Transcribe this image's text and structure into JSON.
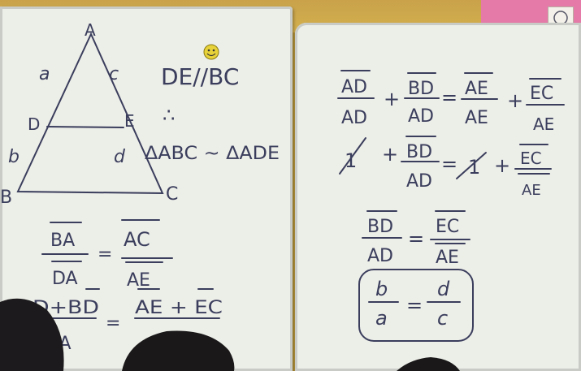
{
  "photo": {
    "scene": "classroom-whiteboards",
    "ink_color": "#3b3e5c",
    "board_color": "#eceee8",
    "wall_color": "#c9a24a",
    "poster_color": "#e57aa8",
    "icons": [
      "smiley-icon",
      "tree-icon"
    ]
  },
  "left_board": {
    "vertices": {
      "a": "A",
      "b": "B",
      "c": "C",
      "d": "D",
      "e": "E"
    },
    "side_labels": {
      "ad": "a",
      "ac": "c",
      "db": "b",
      "ec": "d"
    },
    "parallel": "DE//BC",
    "therefore": "∴",
    "similarity": "ΔABC ~ ΔADE",
    "ratio1": {
      "num_left": "BA",
      "den_left": "DA",
      "eq": "=",
      "num_right": "AC",
      "den_right": "AE"
    },
    "ratio2": {
      "num_left": "D+BD",
      "den_left": "DA",
      "eq": "=",
      "num_right": "AE + EC"
    }
  },
  "right_board": {
    "line1": {
      "n1": "AD",
      "d1": "AD",
      "plus1": "+",
      "n2": "BD",
      "d2": "AD",
      "eq": "=",
      "n3": "AE",
      "d3": "AE",
      "plus2": "+",
      "n4": "EC",
      "d4": "AE"
    },
    "line2": {
      "one_left": "1",
      "plus1": "+",
      "n": "BD",
      "d": "AD",
      "eq": "=",
      "one_right": "1",
      "plus2": "+",
      "n2": "EC",
      "d2": "AE"
    },
    "line3": {
      "n1": "BD",
      "d1": "AD",
      "eq": "=",
      "n2": "EC",
      "d2": "AE"
    },
    "boxed": {
      "n1": "b",
      "d1": "a",
      "eq": "=",
      "n2": "d",
      "d2": "c"
    }
  }
}
